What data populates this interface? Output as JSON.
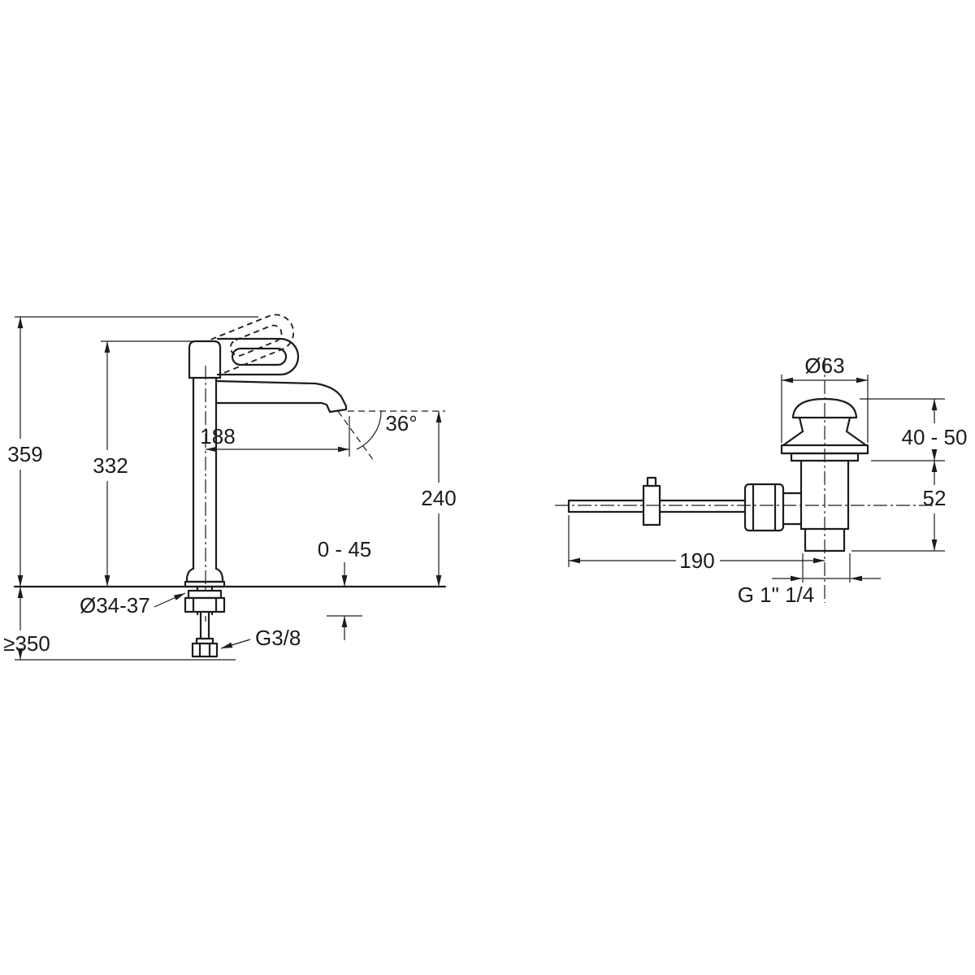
{
  "drawing": {
    "background": "#ffffff",
    "line_color": "#1c1c1c",
    "faucet": {
      "overall_height": "359",
      "body_height": "332",
      "spout_reach": "188",
      "stream_angle": "36°",
      "spout_outlet_height": "240",
      "deck_range": "0 - 45",
      "hole_diameter": "Ø34-37",
      "min_clearance": "≥350",
      "supply_thread": "G3/8"
    },
    "drain": {
      "flange_diameter": "Ø63",
      "plug_height_range": "40 - 50",
      "body_height": "52",
      "rod_length": "190",
      "waste_thread": "G 1\" 1/4"
    }
  }
}
